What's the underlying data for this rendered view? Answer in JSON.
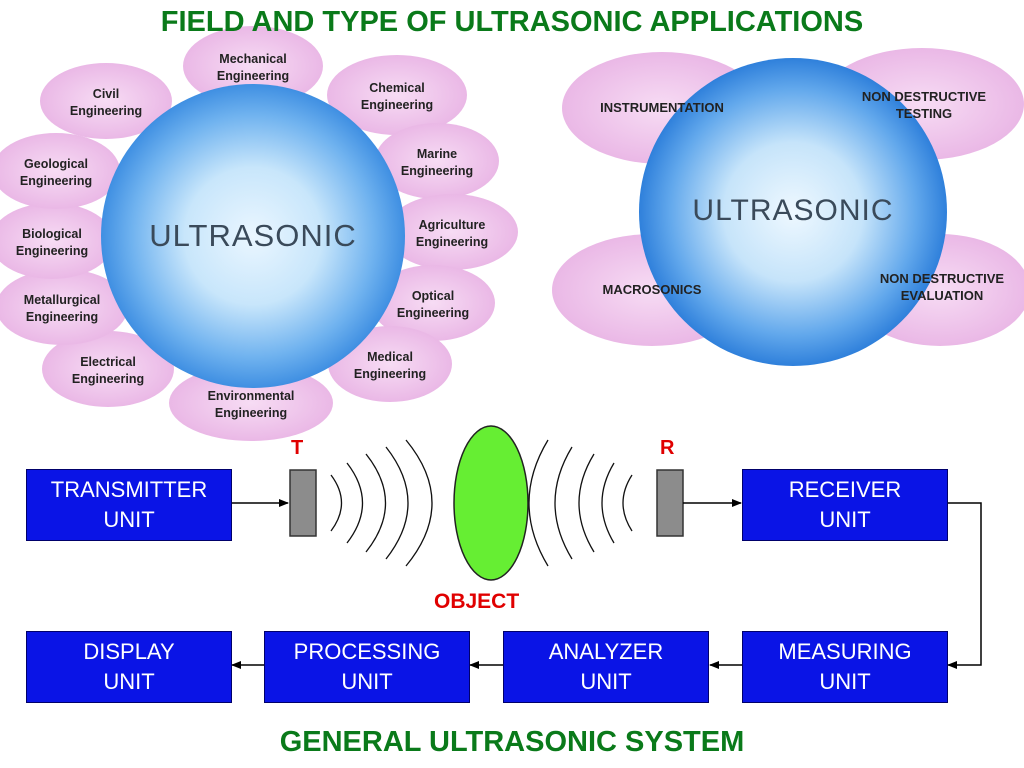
{
  "header": {
    "title": "FIELD AND TYPE OF ULTRASONIC APPLICATIONS"
  },
  "left_diagram": {
    "center_label": "ULTRASONIC",
    "petals": [
      {
        "line1": "Mechanical",
        "line2": "Engineering"
      },
      {
        "line1": "Chemical",
        "line2": "Engineering"
      },
      {
        "line1": "Marine",
        "line2": "Engineering"
      },
      {
        "line1": "Agriculture",
        "line2": "Engineering"
      },
      {
        "line1": "Optical",
        "line2": "Engineering"
      },
      {
        "line1": "Medical",
        "line2": "Engineering"
      },
      {
        "line1": "Environmental",
        "line2": "Engineering"
      },
      {
        "line1": "Electrical",
        "line2": "Engineering"
      },
      {
        "line1": "Metallurgical",
        "line2": "Engineering"
      },
      {
        "line1": "Biological",
        "line2": "Engineering"
      },
      {
        "line1": "Geological",
        "line2": "Engineering"
      },
      {
        "line1": "Civil",
        "line2": "Engineering"
      }
    ]
  },
  "right_diagram": {
    "center_label": "ULTRASONIC",
    "petals": [
      {
        "line1": "INSTRUMENTATION",
        "line2": ""
      },
      {
        "line1": "NON DESTRUCTIVE",
        "line2": "TESTING"
      },
      {
        "line1": "MACROSONICS",
        "line2": ""
      },
      {
        "line1": "NON DESTRUCTIVE",
        "line2": "EVALUATION"
      }
    ]
  },
  "system": {
    "transmitter": {
      "line1": "TRANSMITTER",
      "line2": "UNIT"
    },
    "receiver": {
      "line1": "RECEIVER",
      "line2": "UNIT"
    },
    "measuring": {
      "line1": "MEASURING",
      "line2": "UNIT"
    },
    "analyzer": {
      "line1": "ANALYZER",
      "line2": "UNIT"
    },
    "processing": {
      "line1": "PROCESSING",
      "line2": "UNIT"
    },
    "display": {
      "line1": "DISPLAY",
      "line2": "UNIT"
    },
    "t_label": "T",
    "r_label": "R",
    "object_label": "OBJECT"
  },
  "footer": {
    "title": "GENERAL ULTRASONIC SYSTEM"
  },
  "colors": {
    "title_green": "#0a7a1a",
    "unit_blue": "#0a14e6",
    "petal_pink": "#f2c6ee",
    "sphere_blue": "#3a8fe8",
    "object_green": "#66ee33",
    "label_red": "#e00000"
  }
}
